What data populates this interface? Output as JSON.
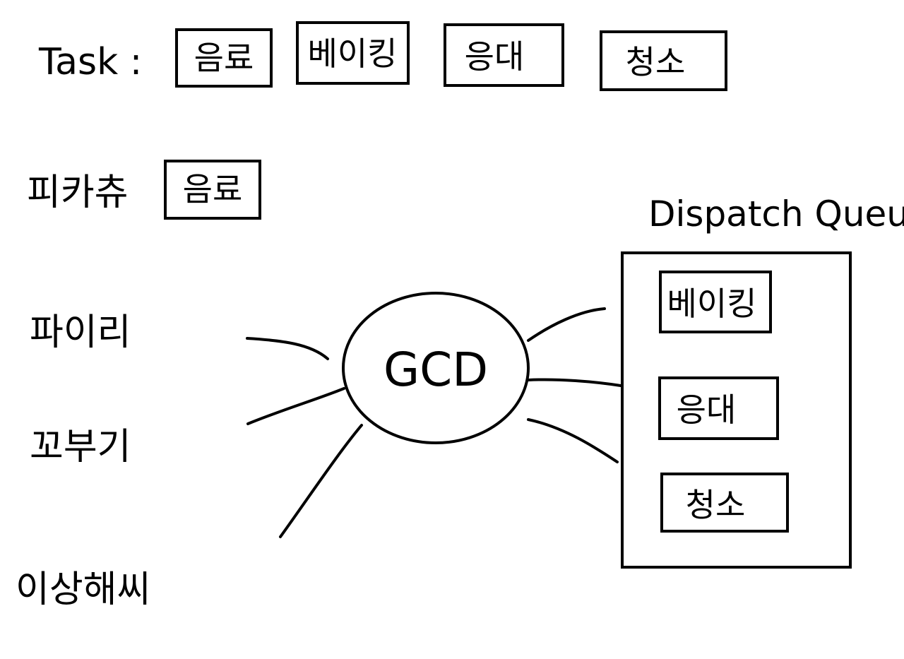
{
  "task_row": {
    "label": "Task :",
    "tasks": [
      "음료",
      "베이킹",
      "응대",
      "청소"
    ]
  },
  "pikachu": {
    "name": "피카츄",
    "task": "음료"
  },
  "other_workers": [
    "파이리",
    "꼬부기",
    "이상해씨"
  ],
  "gcd": {
    "label": "GCD"
  },
  "dispatch_queue": {
    "title": "Dispatch Queue",
    "items": [
      "베이킹",
      "응대",
      "청소"
    ]
  }
}
